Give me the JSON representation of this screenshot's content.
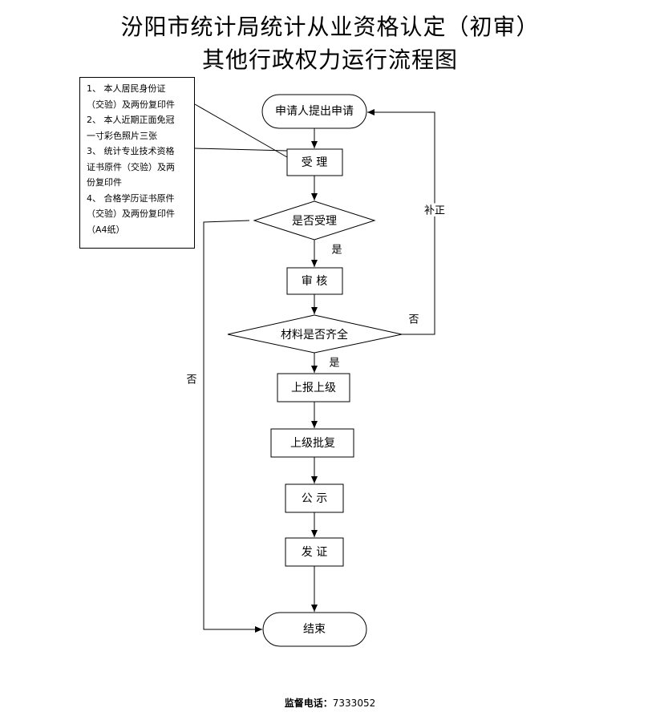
{
  "title": {
    "line1": "汾阳市统计局统计从业资格认定（初审）",
    "line2": "其他行政权力运行流程图"
  },
  "requirements": [
    "1、 本人居民身份证\n（交验）及两份复印件",
    "2、 本人近期正面免冠\n一寸彩色照片三张",
    "3、 统计专业技术资格\n证书原件（交验）及两\n份复印件",
    "4、 合格学历证书原件\n（交验）及两份复印件\n（A4纸）"
  ],
  "nodes": {
    "apply": "申请人提出申请",
    "accept": "受 理",
    "decision_accept": "是否受理",
    "review": "审 核",
    "decision_complete": "材料是否齐全",
    "report": "上报上级",
    "approve": "上级批复",
    "publicize": "公 示",
    "issue": "发 证",
    "end": "结束"
  },
  "edge_labels": {
    "yes_1": "是",
    "yes_2": "是",
    "no_1": "否",
    "no_2": "否",
    "correction": "补正"
  },
  "footer": {
    "label": "监督电话：",
    "phone": "7333052"
  }
}
